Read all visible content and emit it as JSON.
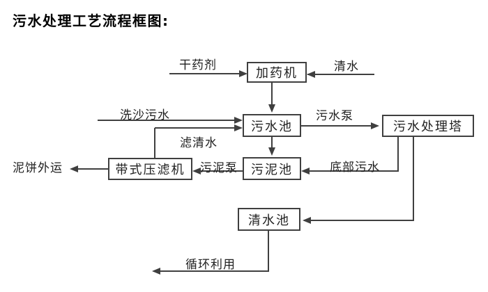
{
  "title": "污水处理工艺流程框图:",
  "colors": {
    "line": "#3f3f3f",
    "text": "#1f1f1f",
    "background": "#ffffff"
  },
  "nodes": {
    "dosing_machine": "加药机",
    "sewage_pool": "污水池",
    "treatment_tower": "污水处理塔",
    "sludge_pool": "污泥池",
    "belt_filter_press": "带式压滤机",
    "clean_water_pool": "清水池"
  },
  "flow_labels": {
    "dry_chemical": "干药剂",
    "clean_water": "清水",
    "sand_washing_sewage": "洗沙污水",
    "filtered_water": "滤清水",
    "sewage_pump": "污水泵",
    "bottom_sewage": "底部污水",
    "sludge_pump": "污泥泵",
    "mud_cake_shipped_out": "泥饼外运",
    "recycling": "循环利用"
  },
  "connections": [
    {
      "from": "干药剂",
      "to": "加药机"
    },
    {
      "from": "清水",
      "to": "加药机"
    },
    {
      "from": "加药机",
      "to": "污水池"
    },
    {
      "from": "洗沙污水",
      "to": "污水池"
    },
    {
      "from": "带式压滤机",
      "to": "污水池",
      "label": "滤清水"
    },
    {
      "from": "污水池",
      "to": "污水处理塔",
      "label": "污水泵"
    },
    {
      "from": "污水池",
      "to": "污泥池"
    },
    {
      "from": "污水处理塔",
      "to": "污泥池",
      "label": "底部污水"
    },
    {
      "from": "污泥池",
      "to": "带式压滤机",
      "label": "污泥泵"
    },
    {
      "from": "带式压滤机",
      "to": "泥饼外运"
    },
    {
      "from": "污水处理塔",
      "to": "清水池"
    },
    {
      "from": "清水池",
      "to": "循环利用"
    }
  ]
}
